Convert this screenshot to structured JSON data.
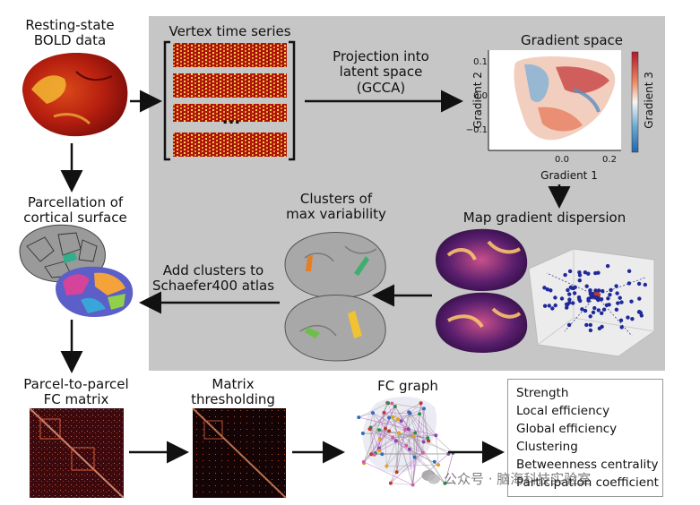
{
  "labels": {
    "resting_state": [
      "Resting-state",
      "BOLD data"
    ],
    "vertex_ts": "Vertex time series",
    "projection": [
      "Projection into",
      "latent space",
      "(GCCA)"
    ],
    "gradient_space": "Gradient space",
    "parcellation": [
      "Parcellation of",
      "cortical surface"
    ],
    "clusters": [
      "Clusters of",
      "max variability"
    ],
    "map_dispersion": "Map  gradient dispersion",
    "add_clusters": [
      "Add clusters to",
      "Schaefer400 atlas"
    ],
    "fc_matrix": [
      "Parcel-to-parcel",
      "FC matrix"
    ],
    "thresholding": [
      "Matrix",
      "thresholding"
    ],
    "fc_graph": "FC graph",
    "ellipsis": "..."
  },
  "gradient_plot": {
    "xlabel": "Gradient 1",
    "ylabel": "Gradient 2",
    "colorbar_label": "Gradient 3",
    "xticks": [
      "0.0",
      "0.2"
    ],
    "yticks": [
      "0.1",
      "0.0",
      "−0.1"
    ]
  },
  "metrics": [
    "Strength",
    "Local efficiency",
    "Global efficiency",
    "Clustering",
    "Betweenness centrality",
    "Participation coefficient"
  ],
  "watermark": "公众号 · 脑海科技实验室",
  "colors": {
    "panel": "#c6c6c6",
    "arrow": "#111111",
    "heat_dark": "#8b0a0a",
    "heat_bright": "#f7d046",
    "brain_gray": "#9a9a9a"
  }
}
